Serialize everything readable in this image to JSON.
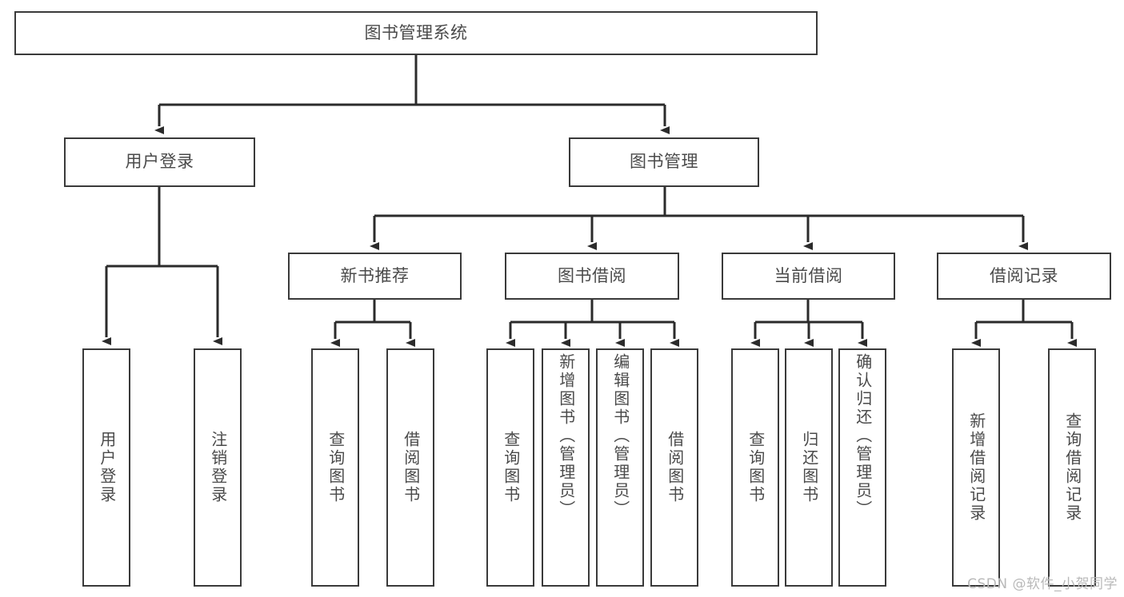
{
  "diagram": {
    "type": "tree-hierarchy",
    "title": "图书管理系统",
    "watermark": "CSDN @软件_小贺同学",
    "colors": {
      "box_border": "#3a3a3a",
      "text": "#4a4a4a",
      "connector": "#2b2b2b",
      "background": "#ffffff",
      "watermark": "#b9b9b9"
    },
    "levels": {
      "root": {
        "label": "图书管理系统"
      },
      "level2": [
        {
          "id": "user-login",
          "label": "用户登录"
        },
        {
          "id": "book-manage",
          "label": "图书管理"
        }
      ],
      "level3": [
        {
          "id": "new-book-rec",
          "label": "新书推荐",
          "parent": "book-manage"
        },
        {
          "id": "book-borrow",
          "label": "图书借阅",
          "parent": "book-manage"
        },
        {
          "id": "current-borrow",
          "label": "当前借阅",
          "parent": "book-manage"
        },
        {
          "id": "borrow-record",
          "label": "借阅记录",
          "parent": "book-manage"
        }
      ],
      "leaves": {
        "user-login": [
          {
            "id": "leaf-user-login",
            "label": "用户登录"
          },
          {
            "id": "leaf-logout",
            "label": "注销登录"
          }
        ],
        "new-book-rec": [
          {
            "id": "leaf-query-book-1",
            "label": "查询图书"
          },
          {
            "id": "leaf-borrow-book-1",
            "label": "借阅图书"
          }
        ],
        "book-borrow": [
          {
            "id": "leaf-query-book-2",
            "label": "查询图书"
          },
          {
            "id": "leaf-add-book",
            "label": "新增图书（管理员）"
          },
          {
            "id": "leaf-edit-book",
            "label": "编辑图书（管理员）"
          },
          {
            "id": "leaf-borrow-book-2",
            "label": "借阅图书"
          }
        ],
        "current-borrow": [
          {
            "id": "leaf-query-book-3",
            "label": "查询图书"
          },
          {
            "id": "leaf-return-book",
            "label": "归还图书"
          },
          {
            "id": "leaf-confirm-return",
            "label": "确认归还（管理员）"
          }
        ],
        "borrow-record": [
          {
            "id": "leaf-add-record",
            "label": "新增借阅记录"
          },
          {
            "id": "leaf-query-record",
            "label": "查询借阅记录"
          }
        ]
      }
    }
  }
}
